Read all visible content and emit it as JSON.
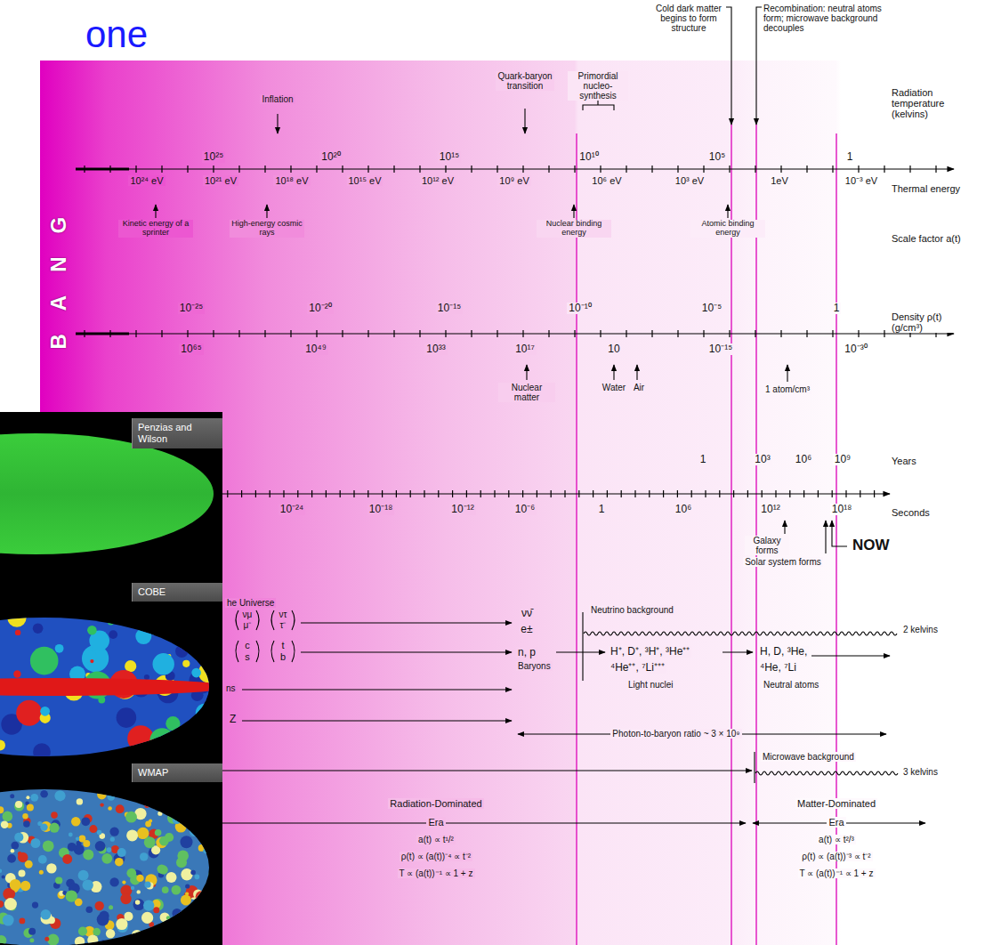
{
  "diagram": {
    "title": "one",
    "nodes": [
      {
        "text": [
          "Penzias and Wilson"
        ]
      },
      {
        "text": [
          "COBE"
        ]
      },
      {
        "text": [
          "WMAP"
        ]
      }
    ],
    "labels": [
      "Inflation",
      "Quark-baryon transition",
      "Primordial nucleo-synthesis",
      "Cold dark matter begins to form structure",
      "Recombination: neutral atoms form; microwave background decouples",
      "Radiation temperature (kelvins)",
      "10²⁵",
      "10²⁰",
      "10¹⁵",
      "10¹⁰",
      "10⁵",
      "1",
      "10²⁴ eV",
      "10²¹ eV",
      "10¹⁸ eV",
      "10¹⁵ eV",
      "10¹² eV",
      "10⁹ eV",
      "10⁶ eV",
      "10³ eV",
      "1eV",
      "10⁻³ eV",
      "Thermal energy",
      "Kinetic energy of a sprinter",
      "High-energy cosmic rays",
      "Nuclear binding energy",
      "Atomic binding energy",
      "BANG",
      "Scale factor a(t)",
      "10⁻²⁵",
      "10⁻²⁰",
      "10⁻¹⁵",
      "10⁻¹⁰",
      "10⁻⁵",
      "1",
      "10⁶⁵",
      "10⁴⁹",
      "10³³",
      "10¹⁷",
      "10",
      "10⁻¹⁵",
      "10⁻³⁰",
      "Density ρ(t) (g/cm³)",
      "Nuclear matter",
      "Water",
      "Air",
      "1 atom/cm³",
      "1",
      "10³",
      "10⁶",
      "10⁹",
      "Years",
      "10⁻²⁴",
      "10⁻¹⁸",
      "10⁻¹²",
      "10⁻⁶",
      "1",
      "10⁶",
      "10¹²",
      "10¹⁸",
      "Seconds",
      "Galaxy forms",
      "Solar system forms",
      "NOW",
      "he Universe",
      "νμ",
      "μ⁻",
      "ντ",
      "τ⁻",
      "c",
      "s",
      "t",
      "b",
      "νν̄",
      "e±",
      "Neutrino background",
      "2 kelvins",
      "n, p",
      "Baryons",
      "H⁺, D⁺, ³H⁺, ³He⁺⁺",
      "⁴He⁺⁺, ⁷Li⁺⁺⁺",
      "Light nuclei",
      "H, D, ³He,",
      "⁴He, ⁷Li",
      "Neutral atoms",
      "ns",
      "Z",
      "Photon-to-baryon ratio ~ 3 × 10⁹",
      "Microwave background",
      "3 kelvins",
      "Radiation-Dominated",
      "Era",
      "a(t) ∝ t¹/²",
      "ρ(t) ∝ (a(t))⁻⁴ ∝ t⁻²",
      "T ∝ (a(t))⁻¹ ∝ 1 + z",
      "Matter-Dominated",
      "Era",
      "a(t) ∝ t²/³",
      "ρ(t) ∝ (a(t))⁻³ ∝ t⁻²",
      "T ∝ (a(t))⁻¹ ∝ 1 + z"
    ]
  }
}
